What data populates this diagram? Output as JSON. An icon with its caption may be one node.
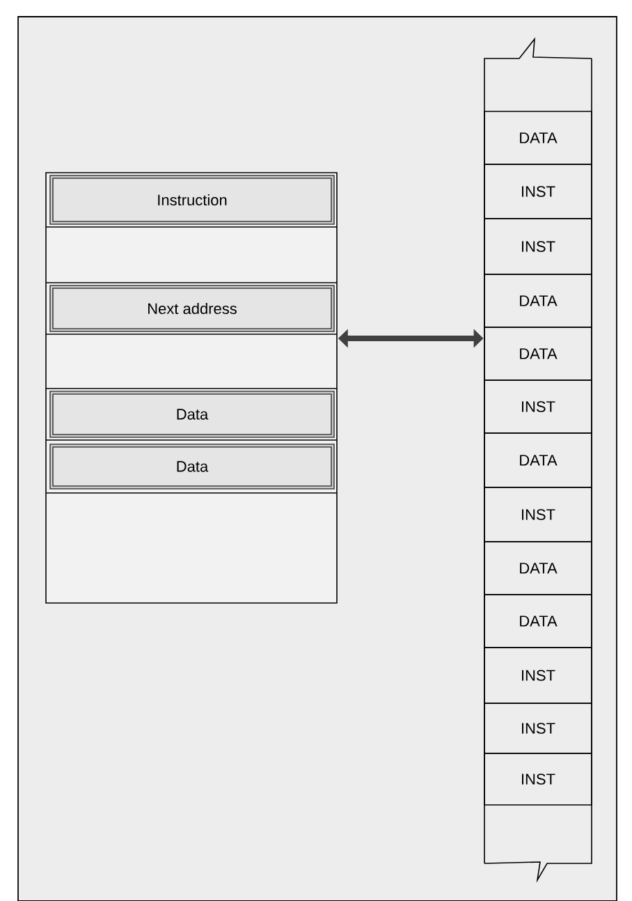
{
  "diagram": {
    "nodes": [
      {
        "text": [],
        "shape": "box"
      },
      {
        "text": [
          "Instruction"
        ],
        "in": 0
      },
      {
        "text": [
          "Next address"
        ],
        "in": 0
      },
      {
        "text": [
          "Data"
        ],
        "in": 0
      },
      {
        "text": [
          "Data"
        ],
        "in": 0
      },
      {
        "text": [],
        "shape": "box"
      },
      {
        "text": [
          "DATA"
        ],
        "in": 5
      },
      {
        "text": [
          "INST"
        ],
        "in": 5
      },
      {
        "text": [
          "INST"
        ],
        "in": 5
      },
      {
        "text": [
          "DATA"
        ],
        "in": 5
      },
      {
        "text": [
          "DATA"
        ],
        "in": 5
      },
      {
        "text": [
          "INST"
        ],
        "in": 5
      },
      {
        "text": [
          "DATA"
        ],
        "in": 5
      },
      {
        "text": [
          "INST"
        ],
        "in": 5
      },
      {
        "text": [
          "DATA"
        ],
        "in": 5
      },
      {
        "text": [
          "DATA"
        ],
        "in": 5
      },
      {
        "text": [
          "INST"
        ],
        "in": 5
      },
      {
        "text": [
          "INST"
        ],
        "in": 5
      },
      {
        "text": [
          "INST"
        ],
        "in": 5
      }
    ],
    "edges": [
      {
        "from": 0,
        "to": 5,
        "arrow": "both"
      }
    ]
  }
}
